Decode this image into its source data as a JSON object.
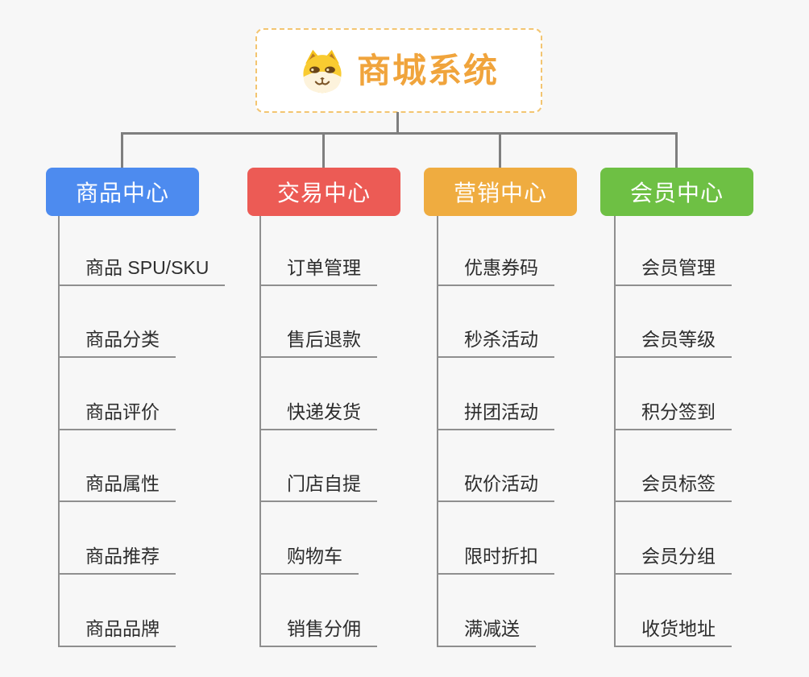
{
  "root": {
    "title": "商城系统",
    "title_color": "#f0a43c",
    "border_color": "#f3c571",
    "icon": "shiba-dog-icon"
  },
  "branches": [
    {
      "label": "商品中心",
      "color": "#4d8bef",
      "items": [
        "商品 SPU/SKU",
        "商品分类",
        "商品评价",
        "商品属性",
        "商品推荐",
        "商品品牌"
      ]
    },
    {
      "label": "交易中心",
      "color": "#ec5b55",
      "items": [
        "订单管理",
        "售后退款",
        "快递发货",
        "门店自提",
        "购物车",
        "销售分佣"
      ]
    },
    {
      "label": "营销中心",
      "color": "#efac40",
      "items": [
        "优惠券码",
        "秒杀活动",
        "拼团活动",
        "砍价活动",
        "限时折扣",
        "满减送"
      ]
    },
    {
      "label": "会员中心",
      "color": "#6ec044",
      "items": [
        "会员管理",
        "会员等级",
        "积分签到",
        "会员标签",
        "会员分组",
        "收货地址"
      ]
    }
  ],
  "colors": {
    "background": "#f7f7f7",
    "connector": "#7f7f7f",
    "leaf_underline": "#8f8f8f",
    "leaf_text": "#2d2d2d",
    "header_text": "#ffffff"
  }
}
